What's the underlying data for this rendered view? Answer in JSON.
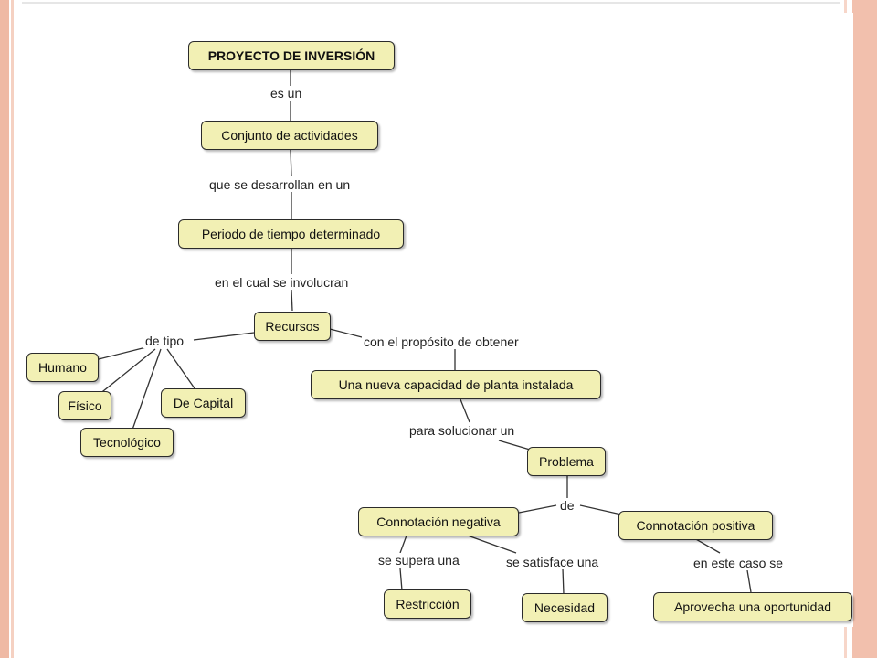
{
  "concept_map": {
    "nodes": {
      "proyecto": "PROYECTO DE INVERSIÓN",
      "conjunto": "Conjunto de actividades",
      "periodo": "Periodo de tiempo determinado",
      "recursos": "Recursos",
      "humano": "Humano",
      "fisico": "Físico",
      "tecnologico": "Tecnológico",
      "capital": "De Capital",
      "capacidad": "Una nueva capacidad de planta instalada",
      "problema": "Problema",
      "negativa": "Connotación negativa",
      "positiva": "Connotación positiva",
      "restriccion": "Restricción",
      "necesidad": "Necesidad",
      "oportunidad": "Aprovecha una oportunidad"
    },
    "links": {
      "es_un": "es un",
      "que_se_desarrollan": "que se desarrollan en un",
      "en_el_cual": "en el cual se involucran",
      "de_tipo": "de tipo",
      "con_el_proposito": "con el propósito de obtener",
      "para_solucionar": "para solucionar un",
      "de": "de",
      "se_supera": "se supera una",
      "se_satisface": "se satisface una",
      "en_este_caso": "en este caso se"
    }
  }
}
